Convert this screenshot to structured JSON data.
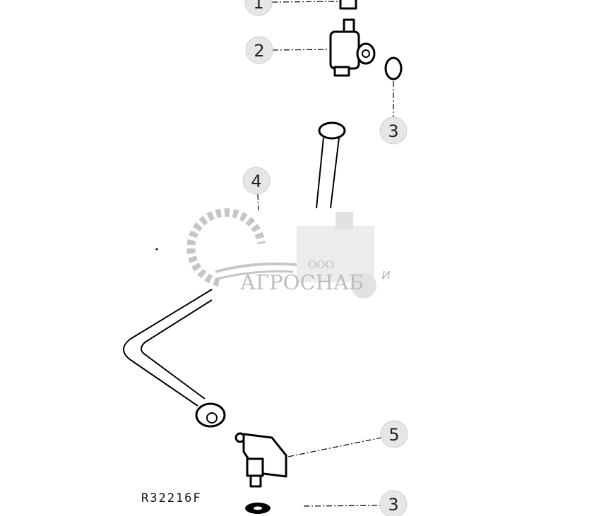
{
  "diagram": {
    "reference_code": "R32216F",
    "callouts": [
      {
        "label": "1"
      },
      {
        "label": "2"
      },
      {
        "label": "3"
      },
      {
        "label": "4"
      },
      {
        "label": "5"
      },
      {
        "label": "3"
      }
    ],
    "watermark": {
      "prefix": "ООО",
      "name": "АГРОСНАБ",
      "suffix": "и",
      "color": "#b5b5b5"
    }
  }
}
